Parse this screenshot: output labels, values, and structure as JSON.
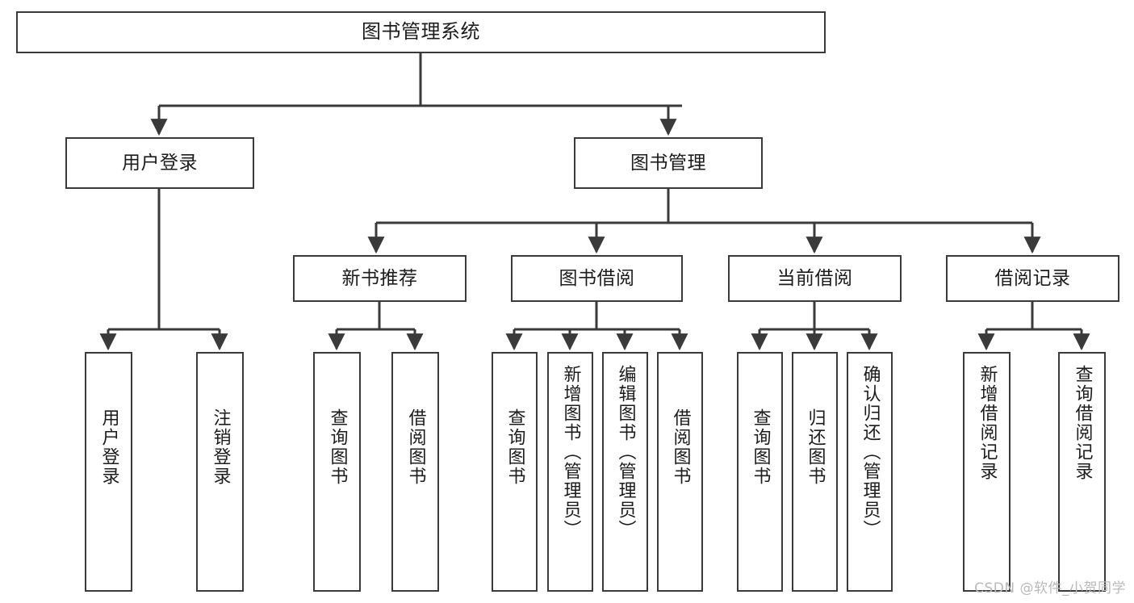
{
  "diagram": {
    "title": "图书管理系统",
    "watermark": "CSDN @软件_小贺同学",
    "accent_color": "#3a3a3a",
    "background_color": "#ffffff",
    "text_color": "#1c1c1c",
    "levels": {
      "root": "图书管理系统",
      "level2": [
        "用户登录",
        "图书管理"
      ],
      "level3": [
        "新书推荐",
        "图书借阅",
        "当前借阅",
        "借阅记录"
      ]
    },
    "nodes": {
      "root": "图书管理系统",
      "user_login": "用户登录",
      "book_manage": "图书管理",
      "new_book_rec": "新书推荐",
      "book_borrow": "图书借阅",
      "current_borrow": "当前借阅",
      "borrow_record": "借阅记录",
      "leaf_user_login": "用户登录",
      "leaf_logout_login": "注销登录",
      "leaf_query_book_1": "查询图书",
      "leaf_borrow_book_1": "借阅图书",
      "leaf_query_book_2": "查询图书",
      "leaf_add_book_admin": "新增图书（管理员）",
      "leaf_edit_book_admin": "编辑图书（管理员）",
      "leaf_borrow_book_2": "借阅图书",
      "leaf_query_book_3": "查询图书",
      "leaf_return_book": "归还图书",
      "leaf_confirm_return_admin": "确认归还（管理员）",
      "leaf_add_borrow_record": "新增借阅记录",
      "leaf_query_borrow_record": "查询借阅记录"
    },
    "edges": [
      {
        "from": "root",
        "to": "user_login"
      },
      {
        "from": "root",
        "to": "book_manage"
      },
      {
        "from": "user_login",
        "to": "leaf_user_login"
      },
      {
        "from": "user_login",
        "to": "leaf_logout_login"
      },
      {
        "from": "book_manage",
        "to": "new_book_rec"
      },
      {
        "from": "book_manage",
        "to": "book_borrow"
      },
      {
        "from": "book_manage",
        "to": "current_borrow"
      },
      {
        "from": "book_manage",
        "to": "borrow_record"
      },
      {
        "from": "new_book_rec",
        "to": "leaf_query_book_1"
      },
      {
        "from": "new_book_rec",
        "to": "leaf_borrow_book_1"
      },
      {
        "from": "book_borrow",
        "to": "leaf_query_book_2"
      },
      {
        "from": "book_borrow",
        "to": "leaf_add_book_admin"
      },
      {
        "from": "book_borrow",
        "to": "leaf_edit_book_admin"
      },
      {
        "from": "book_borrow",
        "to": "leaf_borrow_book_2"
      },
      {
        "from": "current_borrow",
        "to": "leaf_query_book_3"
      },
      {
        "from": "current_borrow",
        "to": "leaf_return_book"
      },
      {
        "from": "current_borrow",
        "to": "leaf_confirm_return_admin"
      },
      {
        "from": "borrow_record",
        "to": "leaf_add_borrow_record"
      },
      {
        "from": "borrow_record",
        "to": "leaf_query_borrow_record"
      }
    ]
  }
}
